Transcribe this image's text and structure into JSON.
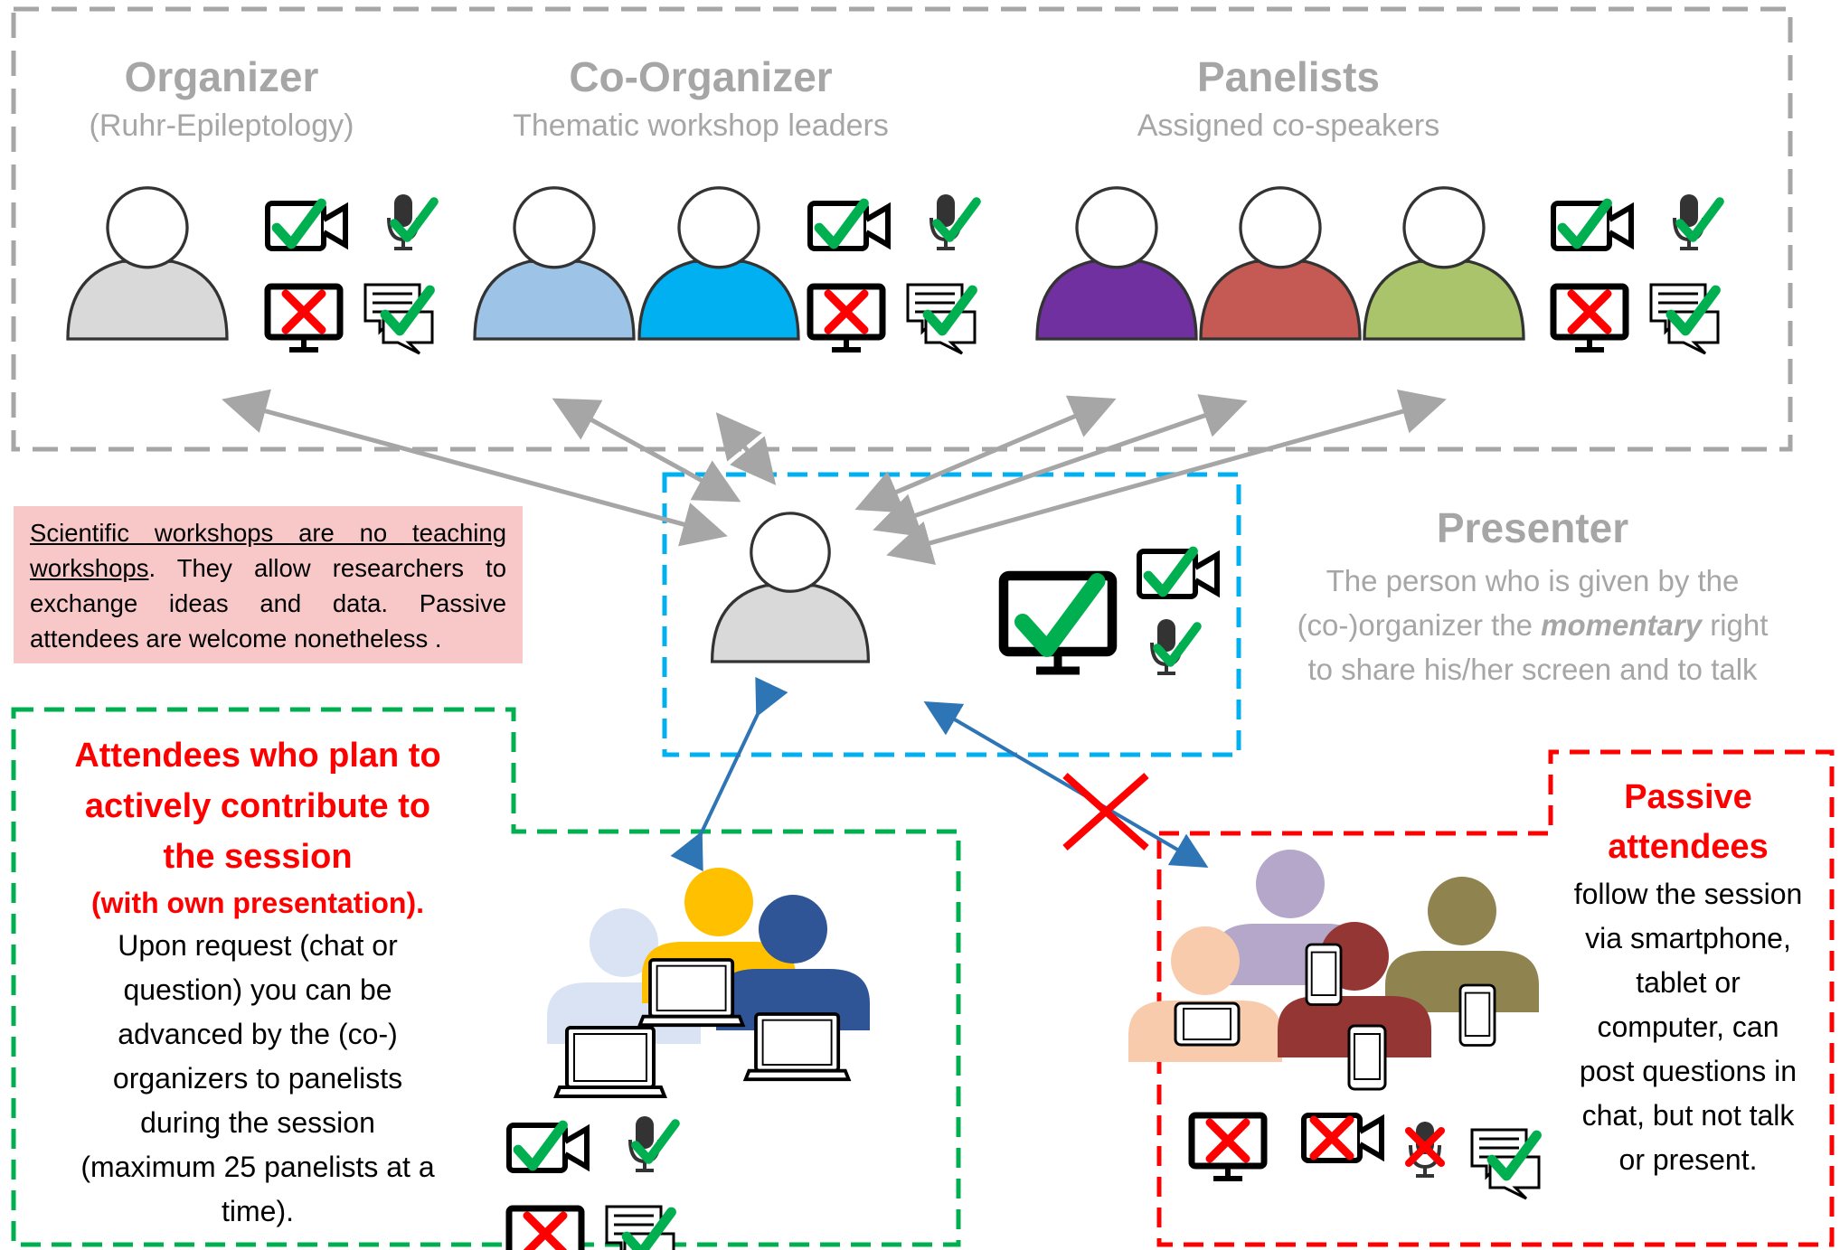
{
  "roles": {
    "organizer": {
      "title": "Organizer",
      "subtitle": "(Ruhr-Epileptology)"
    },
    "co_organizer": {
      "title": "Co-Organizer",
      "subtitle": "Thematic workshop leaders"
    },
    "panelists": {
      "title": "Panelists",
      "subtitle": "Assigned co-speakers"
    },
    "presenter": {
      "title": "Presenter",
      "line1": "The person who is given by the",
      "line2_before": "(co-)organizer the ",
      "line2_emph": "momentary",
      "line2_after": " right",
      "line3": "to share his/her screen and to talk"
    }
  },
  "note": {
    "underlined": "Scientific workshops are no teaching workshops",
    "rest": ". They allow researchers to exchange ideas and data. Passive attendees are welcome nonetheless ."
  },
  "active_attendees": {
    "title_lines": [
      "Attendees who plan to",
      "actively contribute to",
      "the session"
    ],
    "subtitle": "(with own presentation).",
    "body_lines": [
      "Upon request (chat or",
      "question) you can be",
      "advanced by the (co-)",
      "organizers to panelists",
      "during the session",
      "(maximum 25 panelists at a",
      "time)."
    ]
  },
  "passive_attendees": {
    "title_lines": [
      "Passive",
      "attendees"
    ],
    "body_lines": [
      "follow the session",
      "via smartphone,",
      "tablet or",
      "computer, can",
      "post questions in",
      "chat, but not talk",
      "or present."
    ]
  },
  "colors": {
    "gray_text": "#a6a6a6",
    "red_text": "#ff0000",
    "green_check": "#00b050",
    "red_cross": "#ff0000",
    "organizer_body": "#d9d9d9",
    "co_org_1": "#9dc3e6",
    "co_org_2": "#00b0f0",
    "panelist_1": "#7030a0",
    "panelist_2": "#c55a55",
    "panelist_3": "#a9c46a",
    "presenter_body": "#d9d9d9",
    "active_box": "#00b050",
    "passive_box": "#ff0000",
    "presenter_box": "#00b0f0",
    "top_box": "#a6a6a6",
    "note_bg": "#f8c8c8"
  },
  "permissions": {
    "organizer": {
      "camera": "yes",
      "mic": "yes",
      "screen": "no",
      "chat": "yes"
    },
    "co_organizer": {
      "camera": "yes",
      "mic": "yes",
      "screen": "no",
      "chat": "yes"
    },
    "panelists": {
      "camera": "yes",
      "mic": "yes",
      "screen": "no",
      "chat": "yes"
    },
    "presenter": {
      "camera": "yes",
      "mic": "yes",
      "screen": "yes"
    },
    "active_attendees": {
      "camera": "yes",
      "mic": "yes",
      "screen": "no",
      "chat": "yes"
    },
    "passive_attendees": {
      "camera": "no",
      "mic": "no",
      "screen": "no",
      "chat": "yes"
    }
  },
  "icons": [
    "person-icon",
    "camera-icon",
    "microphone-icon",
    "monitor-icon",
    "chat-icon",
    "check-icon",
    "cross-icon",
    "laptop-icon",
    "smartphone-icon",
    "tablet-icon"
  ]
}
